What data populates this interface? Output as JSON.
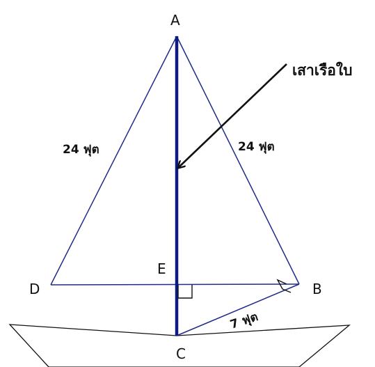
{
  "points": {
    "A": "A",
    "B": "B",
    "C": "C",
    "D": "D",
    "E": "E"
  },
  "labels": {
    "ad_length": "24 ฟุต",
    "ab_length": "24 ฟุต",
    "cb_length": "7 ฟุต",
    "mast": "เสาเรือใบ"
  },
  "colors": {
    "sail_lines": "#1f2a8c",
    "mast": "#0d1a80",
    "hull": "#111111",
    "arrow": "#111111"
  }
}
